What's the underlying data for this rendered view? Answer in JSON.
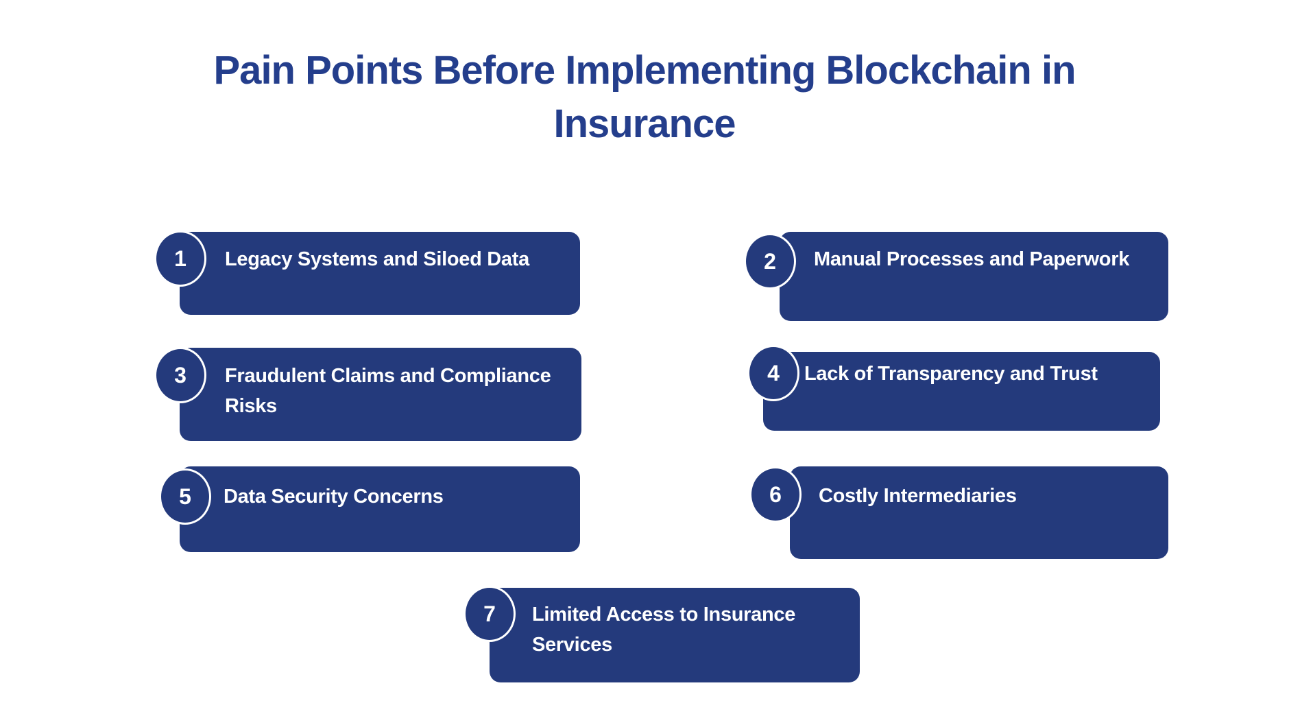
{
  "title": {
    "lines": [
      "Pain Points Before Implementing Blockchain in",
      "Insurance"
    ]
  },
  "items": [
    {
      "number": "1",
      "label": "Legacy Systems and Siloed Data",
      "lines": [
        "Legacy Systems and Siloed Data"
      ]
    },
    {
      "number": "2",
      "label": "Manual Processes and Paperwork",
      "lines": [
        "Manual Processes and Paperwork"
      ]
    },
    {
      "number": "3",
      "label": "Fraudulent Claims and Compliance Risks",
      "lines": [
        "Fraudulent Claims and Compliance",
        "Risks"
      ]
    },
    {
      "number": "4",
      "label": "Lack of Transparency and Trust",
      "lines": [
        "Lack of Transparency and Trust"
      ]
    },
    {
      "number": "5",
      "label": "Data Security Concerns",
      "lines": [
        "Data Security Concerns"
      ]
    },
    {
      "number": "6",
      "label": "Costly Intermediaries",
      "lines": [
        "Costly Intermediaries"
      ]
    },
    {
      "number": "7",
      "label": "Limited Access to Insurance Services",
      "lines": [
        "Limited Access to Insurance",
        "Services"
      ]
    }
  ],
  "colors": {
    "pill_background": "#243A7C",
    "title_text": "#243E8C",
    "pill_text": "#FFFFFF",
    "badge_border": "#FFFFFF",
    "page_background": "#FFFFFF"
  }
}
